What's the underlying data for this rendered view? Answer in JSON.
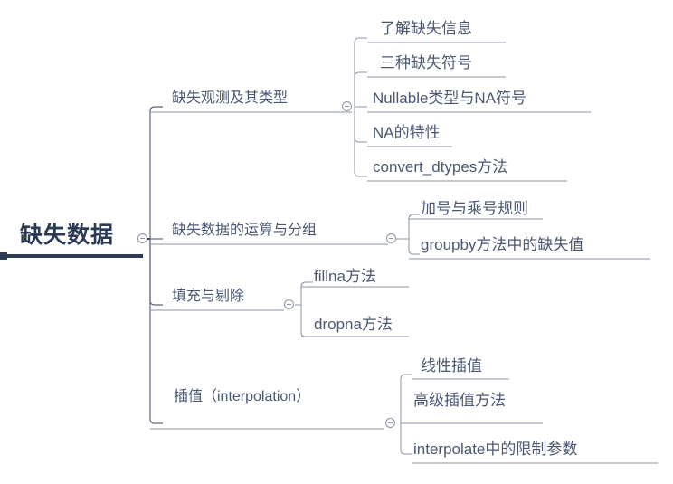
{
  "diagram": {
    "type": "mindmap",
    "title": "缺失数据",
    "root": {
      "label": "缺失数据",
      "toggle": "collapse-toggle"
    },
    "branches": [
      {
        "label": "缺失观测及其类型",
        "children": [
          {
            "label": "了解缺失信息"
          },
          {
            "label": "三种缺失符号"
          },
          {
            "label": "Nullable类型与NA符号"
          },
          {
            "label": "NA的特性"
          },
          {
            "label": "convert_dtypes方法"
          }
        ]
      },
      {
        "label": "缺失数据的运算与分组",
        "children": [
          {
            "label": "加号与乘号规则"
          },
          {
            "label": "groupby方法中的缺失值"
          }
        ]
      },
      {
        "label": "填充与剔除",
        "children": [
          {
            "label": "fillna方法"
          },
          {
            "label": "dropna方法"
          }
        ]
      },
      {
        "label": "插值（interpolation）",
        "children": [
          {
            "label": "线性插值"
          },
          {
            "label": "高级插值方法"
          },
          {
            "label": "interpolate中的限制参数"
          }
        ]
      }
    ],
    "colors": {
      "root_text": "#2b3a55",
      "node_text": "#4a5872",
      "line": "#8a93a6",
      "root_line": "#2b3a55",
      "background": "#ffffff"
    }
  }
}
